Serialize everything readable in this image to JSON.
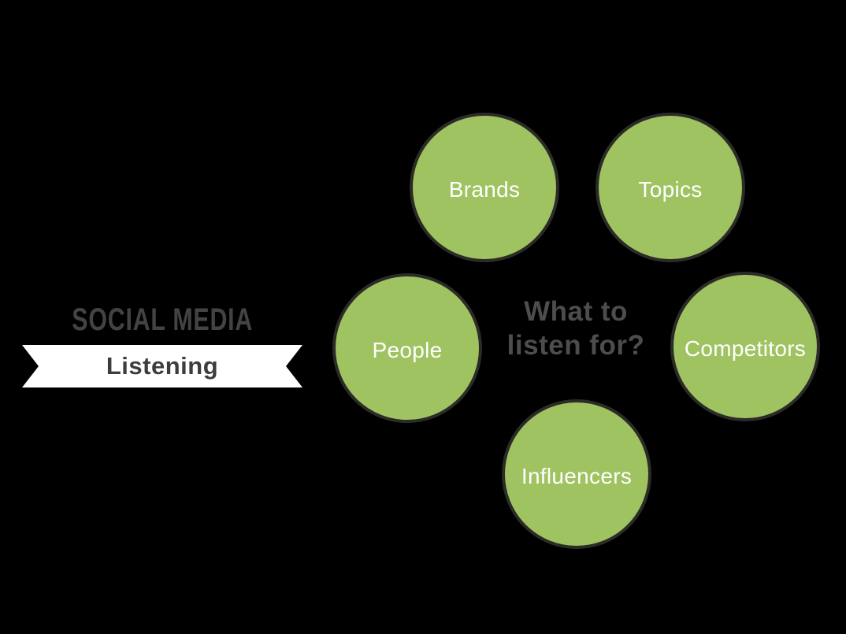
{
  "title_block": {
    "kicker": "SOCIAL MEDIA",
    "ribbon_label": "Listening"
  },
  "center_question": {
    "line1": "What to",
    "line2": "listen for?"
  },
  "circles": [
    {
      "id": "brands",
      "label": "Brands"
    },
    {
      "id": "topics",
      "label": "Topics"
    },
    {
      "id": "people",
      "label": "People"
    },
    {
      "id": "competitors",
      "label": "Competitors"
    },
    {
      "id": "influencers",
      "label": "Influencers"
    }
  ],
  "colors": {
    "page_bg": "#000000",
    "circle_fill": "#a0c361",
    "circle_border": "#2b2b28",
    "heading_gray": "#434343",
    "question_gray": "#4d4d4d",
    "ribbon_bg": "#ffffff",
    "ribbon_text": "#3d3d3d",
    "circle_text": "#ffffff"
  }
}
